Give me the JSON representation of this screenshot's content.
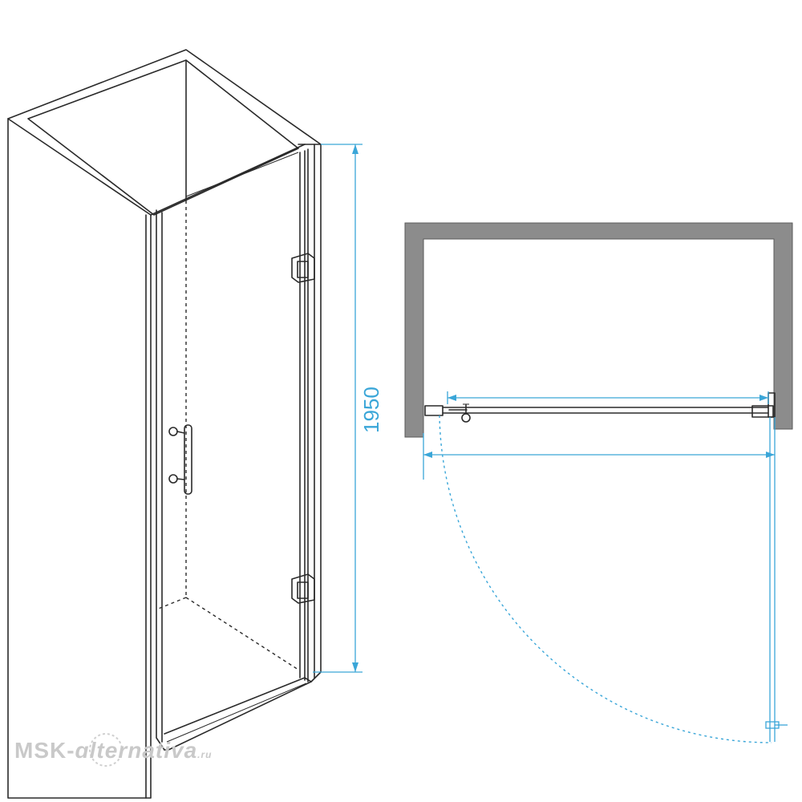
{
  "dimensions": {
    "height_label": "1950",
    "height_color": "#3aa6d8"
  },
  "colors": {
    "line": "#2a2a2a",
    "wall_gray": "#8c8c8c",
    "dimension_blue": "#3aa6d8"
  },
  "watermark": {
    "prefix": "MSK-",
    "script": "ɑ",
    "rest": "lternativa",
    "suffix": ".ru"
  }
}
